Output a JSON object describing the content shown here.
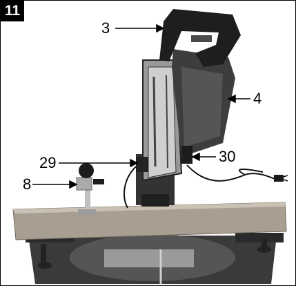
{
  "figure": {
    "number": "11"
  },
  "callouts": [
    {
      "id": "c3",
      "label": "3"
    },
    {
      "id": "c4",
      "label": "4"
    },
    {
      "id": "c29",
      "label": "29"
    },
    {
      "id": "c30",
      "label": "30"
    },
    {
      "id": "c8",
      "label": "8"
    }
  ],
  "colors": {
    "frame": "#000000",
    "badge_bg": "#000000",
    "badge_text": "#ffffff",
    "wood": "#a89f92",
    "metal": "#2a2a2a"
  }
}
